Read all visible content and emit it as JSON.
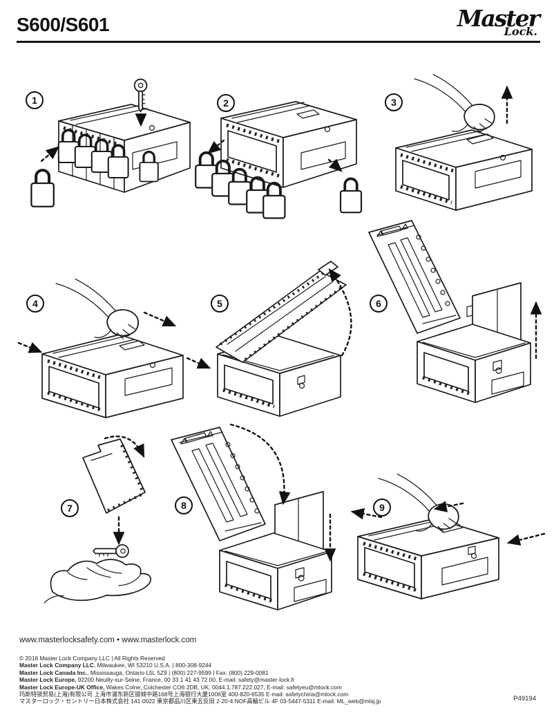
{
  "header": {
    "title": "S600/S601",
    "brand_master": "Master",
    "brand_lock": "Lock."
  },
  "steps": [
    {
      "number": "1",
      "icons": [
        "lockbox",
        "key-icon",
        "padlock-icon",
        "dashed-arrow"
      ]
    },
    {
      "number": "2",
      "icons": [
        "lockbox",
        "padlock-icon",
        "dashed-arrow"
      ]
    },
    {
      "number": "3",
      "icons": [
        "lockbox",
        "hand-icon",
        "latch",
        "dashed-arrow-up"
      ]
    },
    {
      "number": "4",
      "icons": [
        "lockbox",
        "hand-icon",
        "latch",
        "dashed-arrows-sideways"
      ]
    },
    {
      "number": "5",
      "icons": [
        "lockbox-lid-opening",
        "curved-dashed-arrow"
      ]
    },
    {
      "number": "6",
      "icons": [
        "lockbox-lid-open",
        "inner-panel",
        "dashed-arrow-up"
      ]
    },
    {
      "number": "7",
      "icons": [
        "inner-panel",
        "key-icon",
        "open-hand-icon",
        "dashed-arrow-down"
      ]
    },
    {
      "number": "8",
      "icons": [
        "lockbox-lid-open",
        "inner-panel",
        "curved-dashed-arrow-down",
        "dashed-arrow-down"
      ]
    },
    {
      "number": "9",
      "icons": [
        "lockbox",
        "hand-icon",
        "latch",
        "dashed-arrows-left"
      ]
    }
  ],
  "footer": {
    "websites": "www.masterlocksafety.com • www.masterlock.com",
    "legal": [
      {
        "bold": "",
        "rest": "© 2016 Master Lock Company LLC  |  All Rights Reserved"
      },
      {
        "bold": "Master Lock Company LLC",
        "rest": ", Milwaukee, WI 53210 U.S.A.  |  800-308-9244"
      },
      {
        "bold": "Master Lock Canada Inc.",
        "rest": ", Mississauga, Ontario L5L 5Z9  |  (800) 227-9599  |  Fax: (800) 229-0081"
      },
      {
        "bold": "Master Lock Europe,",
        "rest": " 92200 Neuilly-sur-Seine, France, 00 33 1 41 43 72 00, E-mail: safety@master-lock.fr"
      },
      {
        "bold": "Master Lock Europe-UK Office,",
        "rest": " Wakes Colne, Colchester CO6 2DB, UK, 0044.1.787.222.027, E-mail: safetyeu@mlock.com"
      },
      {
        "bold": "",
        "rest": "玛斯特锁贸易(上海)有限公司 上海市浦东新区银城中路168号上海银行大厦1006室  400-820-6535  E-mail: safetychina@mlock.com"
      },
      {
        "bold": "",
        "rest": "マスターロック・セントリー日本株式会社 141-0022  東京都品川区東五反田 2-20-4  NOF高輪ビル 4F  03-5447-5311  E-mail: ML_web@mlsj.jp"
      }
    ],
    "part_number": "P49194"
  }
}
